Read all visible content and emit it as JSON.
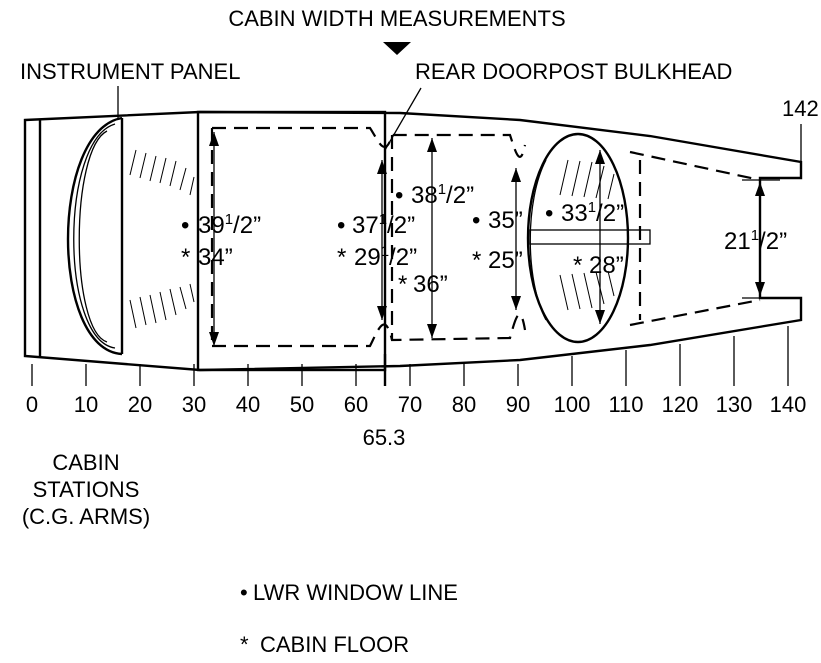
{
  "title": "CABIN WIDTH MEASUREMENTS",
  "callouts": {
    "instrument_panel": "INSTRUMENT PANEL",
    "rear_doorpost": "REAR DOORPOST BULKHEAD",
    "station_142": "142",
    "station_65_3": "65.3"
  },
  "measurements": {
    "w1": {
      "main": "39",
      "sup": "1",
      "frac": "/2”"
    },
    "w2": {
      "main": "34”"
    },
    "w3": {
      "main": "37",
      "sup": "1",
      "frac": "/2”"
    },
    "w4": {
      "main": "29",
      "sup": "1",
      "frac": "/2”"
    },
    "w5": {
      "main": "38",
      "sup": "1",
      "frac": "/2”"
    },
    "w6": {
      "main": "36”"
    },
    "w7": {
      "main": "35”"
    },
    "w8": {
      "main": "25”"
    },
    "w9": {
      "main": "33",
      "sup": "1",
      "frac": "/2”"
    },
    "w10": {
      "main": "28”"
    },
    "w11": {
      "main": "21",
      "sup": "1",
      "frac": "/2”"
    }
  },
  "symbols": {
    "dot": "•",
    "star": "*"
  },
  "stations": [
    "0",
    "10",
    "20",
    "30",
    "40",
    "50",
    "60",
    "70",
    "80",
    "90",
    "100",
    "110",
    "120",
    "130",
    "140"
  ],
  "axis_caption": {
    "line1": "CABIN",
    "line2": "STATIONS",
    "line3": "(C.G. ARMS)"
  },
  "legend": {
    "window_line": "LWR WINDOW LINE",
    "cabin_floor": "CABIN FLOOR"
  }
}
